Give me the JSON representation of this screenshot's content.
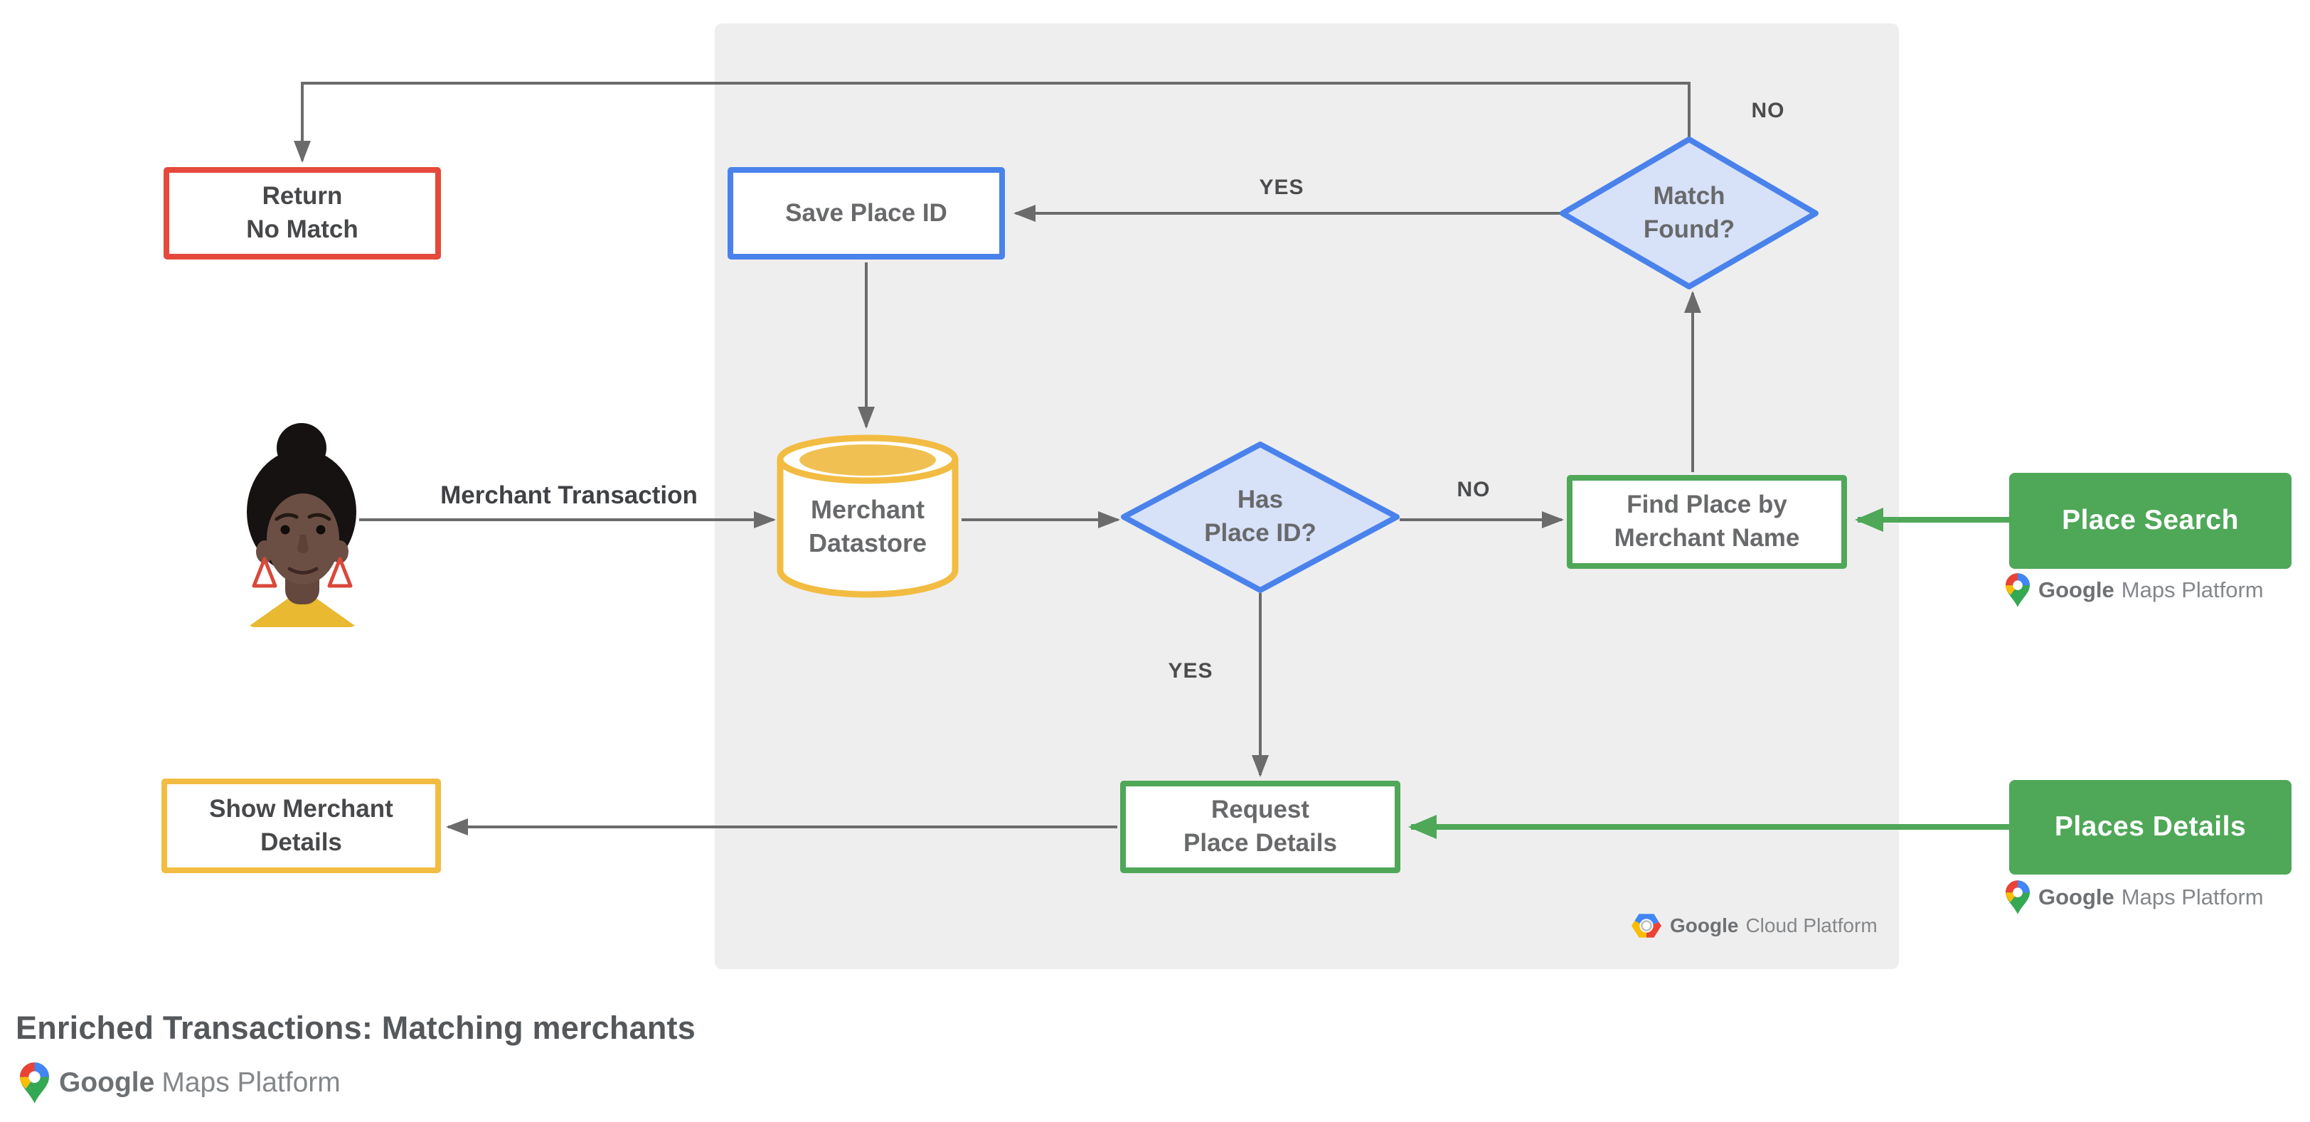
{
  "title": "Enriched Transactions: Matching merchants",
  "colors": {
    "red": "#E5493B",
    "blue": "#4A82EC",
    "blue_fill": "#D7E1F8",
    "green": "#4FA758",
    "yellow": "#F2BC42",
    "yellow_inner": "#F0C152",
    "panel": "#EEEEEE",
    "arrow": "#6B6B6B",
    "text_dark": "#47484A",
    "text_node": "#68696B"
  },
  "nodes": {
    "return_no_match": {
      "lines": [
        "Return",
        "No Match"
      ]
    },
    "save_place_id": {
      "label": "Save Place ID"
    },
    "match_found": {
      "lines": [
        "Match",
        "Found?"
      ]
    },
    "merchant_datastore": {
      "lines": [
        "Merchant",
        "Datastore"
      ]
    },
    "has_place_id": {
      "lines": [
        "Has",
        "Place ID?"
      ]
    },
    "find_place": {
      "lines": [
        "Find Place by",
        "Merchant Name"
      ]
    },
    "place_search": {
      "label": "Place Search"
    },
    "request_place_details": {
      "lines": [
        "Request",
        "Place Details"
      ]
    },
    "places_details": {
      "label": "Places Details"
    },
    "show_merchant_details": {
      "lines": [
        "Show Merchant",
        "Details"
      ]
    }
  },
  "edges": {
    "no_top": "NO",
    "yes_top": "YES",
    "no_mid": "NO",
    "yes_mid": "YES",
    "merchant_transaction": "Merchant Transaction"
  },
  "logos": {
    "maps_platform": {
      "brand": "Google",
      "product": "Maps Platform"
    },
    "cloud_platform": {
      "brand": "Google",
      "product": "Cloud Platform"
    }
  }
}
